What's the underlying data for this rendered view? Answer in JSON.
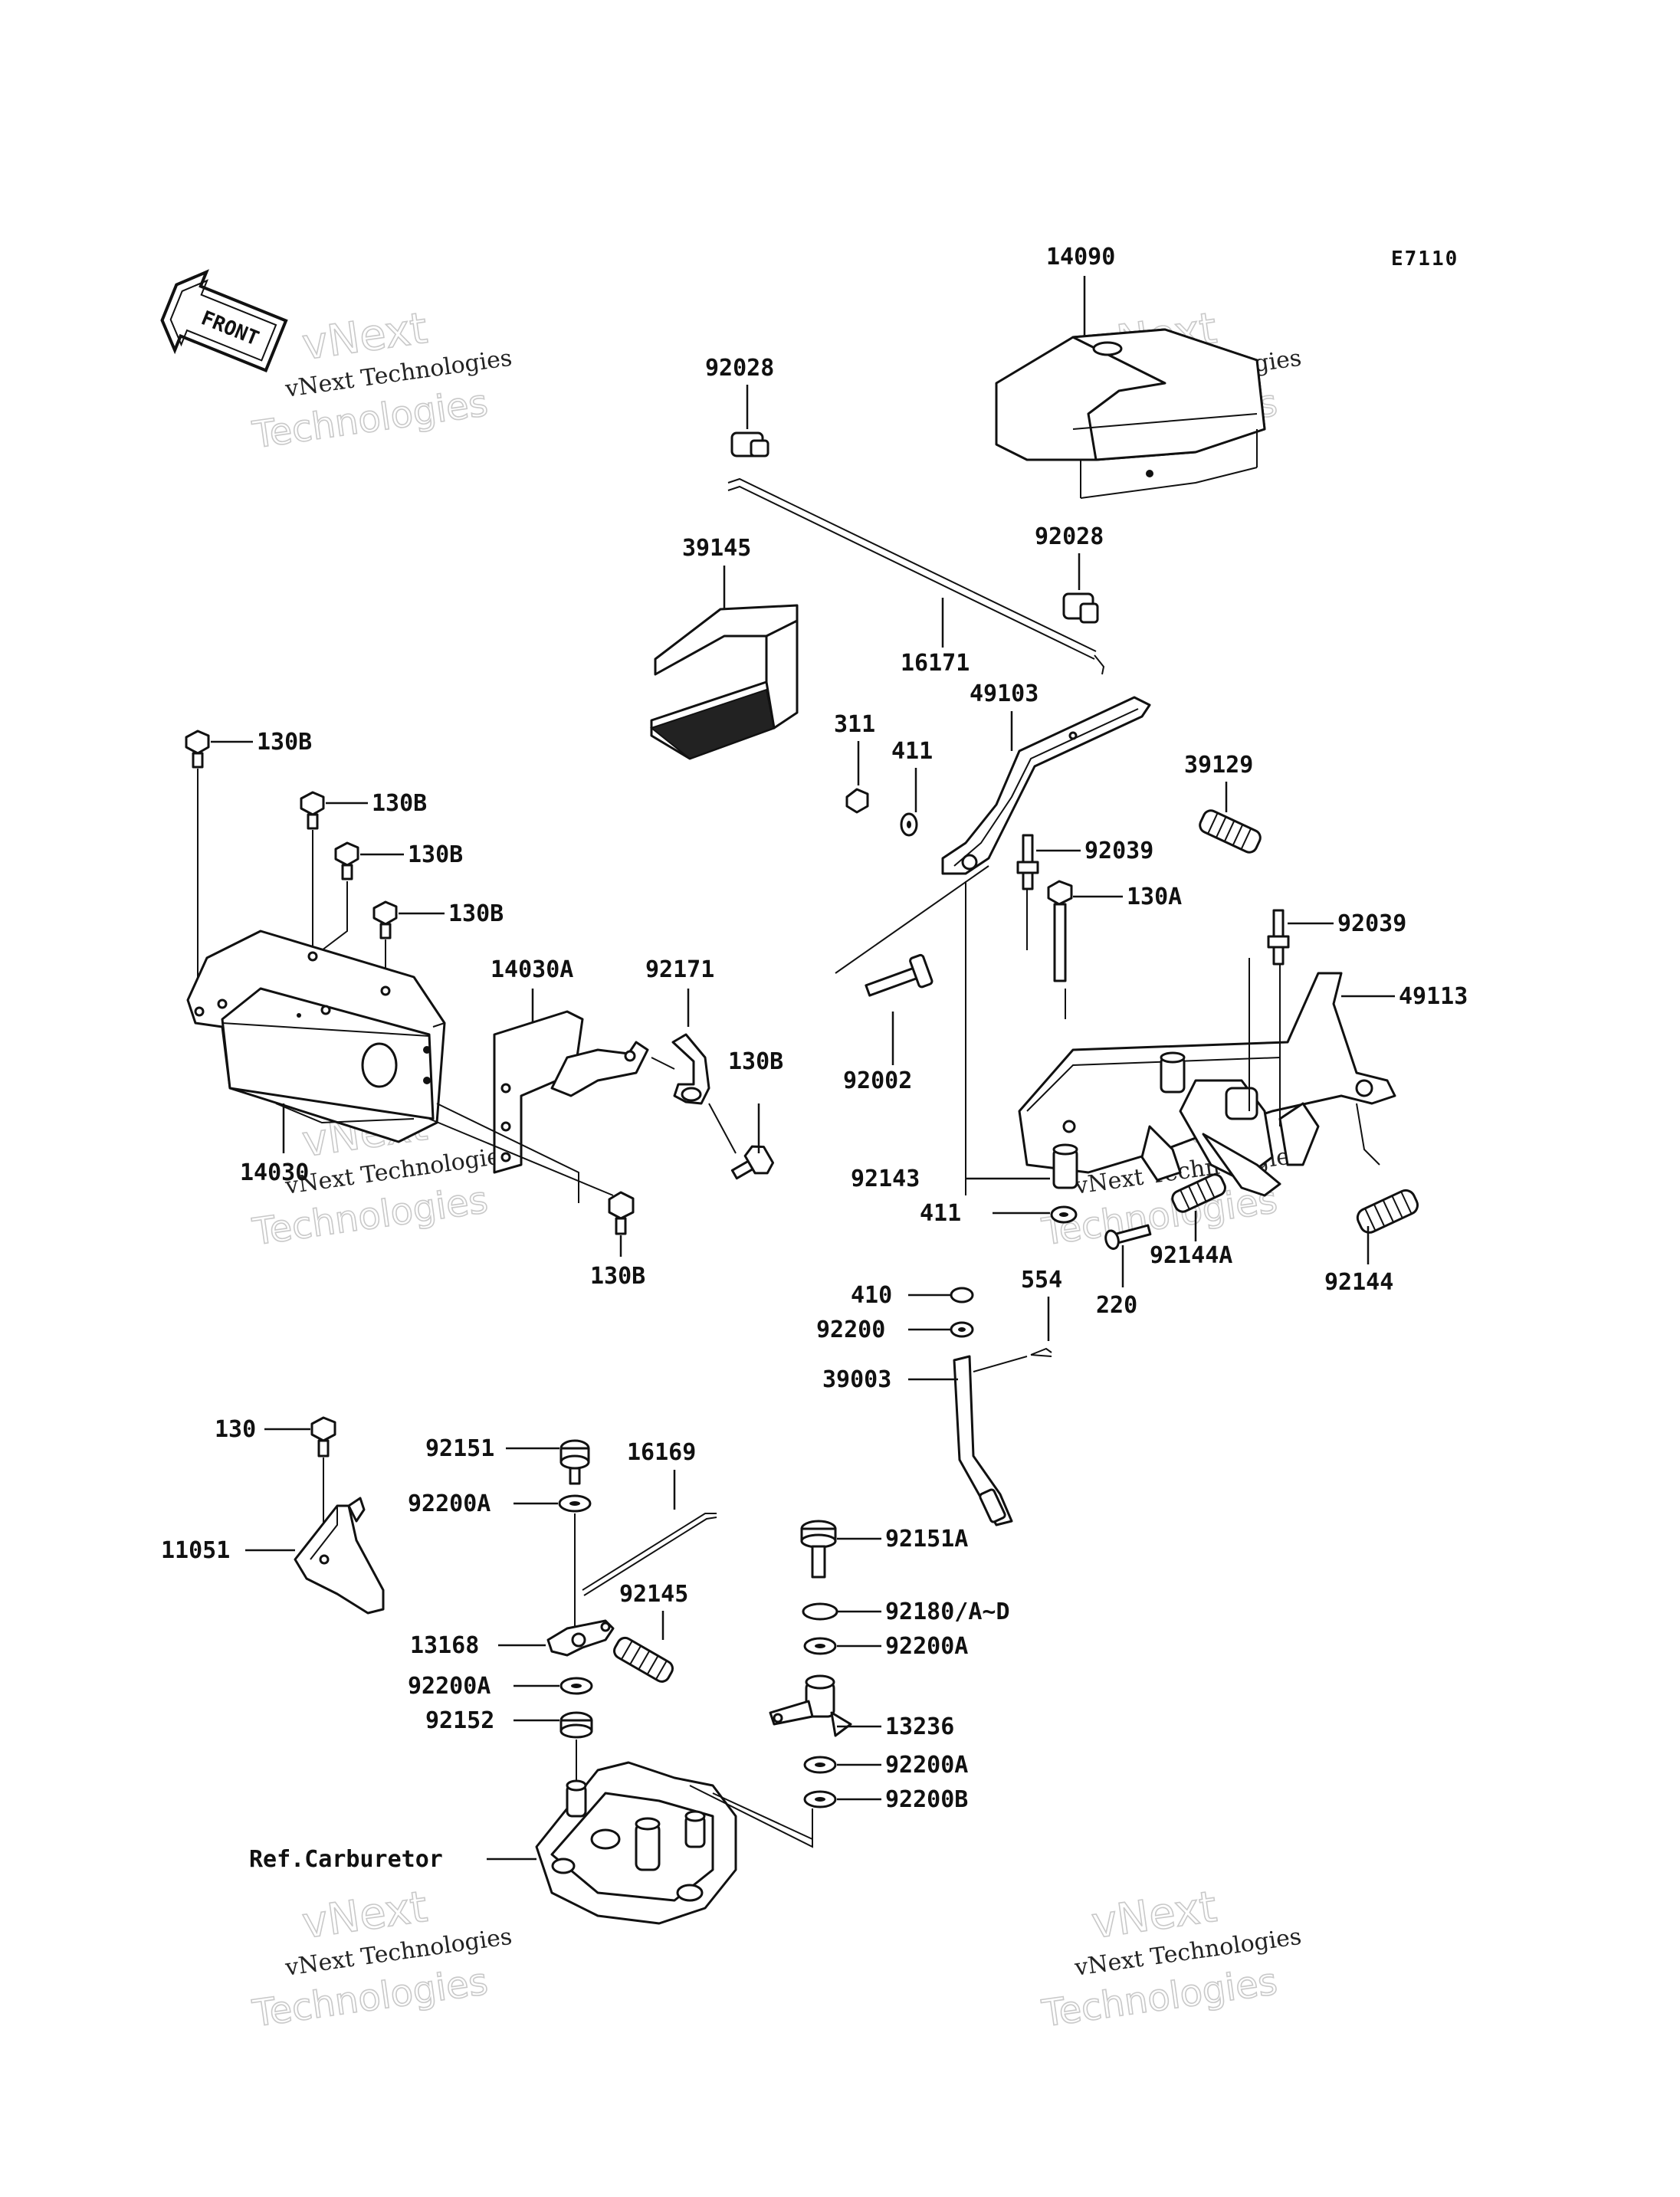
{
  "diagram_code": "E7110",
  "front_label": "FRONT",
  "watermark": {
    "company": "vNext Technologies",
    "word1": "vNext",
    "word2": "Technologies"
  },
  "parts": {
    "p14090": "14090",
    "p92028_top": "92028",
    "p92028_mid": "92028",
    "p39145": "39145",
    "p16171": "16171",
    "p49103": "49103",
    "p311": "311",
    "p411_top": "411",
    "p39129": "39129",
    "p92039_a": "92039",
    "p92039_b": "92039",
    "p130A": "130A",
    "p49113": "49113",
    "p92002": "92002",
    "p92143": "92143",
    "p411_mid": "411",
    "p92144A": "92144A",
    "p92144": "92144",
    "p220": "220",
    "p410": "410",
    "p92200": "92200",
    "p554": "554",
    "p39003": "39003",
    "p130B_1": "130B",
    "p130B_2": "130B",
    "p130B_3": "130B",
    "p130B_4": "130B",
    "p130B_5": "130B",
    "p130B_6": "130B",
    "p14030A": "14030A",
    "p92171": "92171",
    "p14030": "14030",
    "p130": "130",
    "p11051": "11051",
    "p92151": "92151",
    "p92200A_1": "92200A",
    "p16169": "16169",
    "p92145": "92145",
    "p13168": "13168",
    "p92200A_2": "92200A",
    "p92152": "92152",
    "p92151A": "92151A",
    "p92180": "92180/A~D",
    "p92200A_3": "92200A",
    "p13236": "13236",
    "p92200A_4": "92200A",
    "p92200B": "92200B",
    "ref_carburetor": "Ref.Carburetor"
  }
}
